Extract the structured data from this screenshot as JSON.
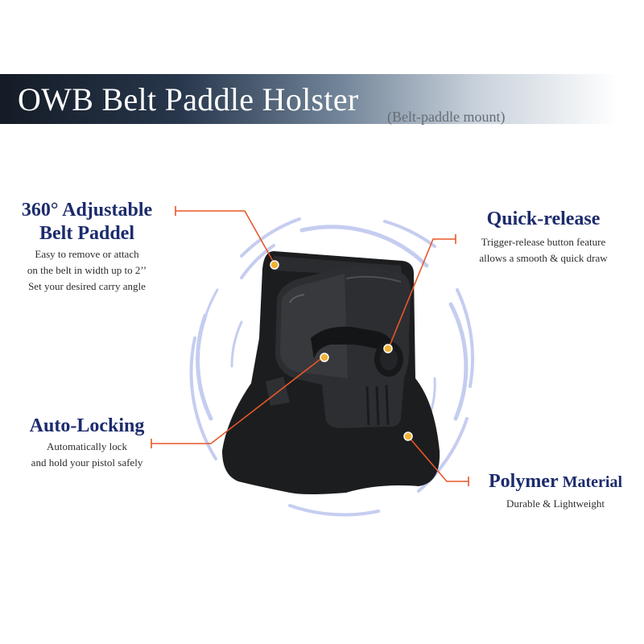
{
  "banner": {
    "title": "OWB Belt Paddle Holster",
    "subtitle": "(Belt-paddle mount)"
  },
  "features": {
    "adjustable": {
      "title_line1": "360° Adjustable",
      "title_line2": "Belt Paddel",
      "desc": [
        "Easy to remove or attach",
        "on the belt in width up to 2’’",
        "Set your desired carry angle"
      ]
    },
    "quick_release": {
      "title": "Quick-release",
      "desc": [
        "Trigger-release button feature",
        "allows a smooth & quick draw"
      ]
    },
    "auto_locking": {
      "title": "Auto-Locking",
      "desc": [
        "Automatically lock",
        "and hold your pistol safely"
      ]
    },
    "polymer": {
      "title_main": "Polymer",
      "title_rest": " Material",
      "desc": [
        "Durable & Lightweight"
      ]
    }
  },
  "colors": {
    "title_navy": "#1c2b6c",
    "callout_orange": "#e8562a",
    "marker_gold": "#f2b233",
    "holster_black": "#1c1d1f",
    "ring_blue": "#c5cdf0"
  }
}
